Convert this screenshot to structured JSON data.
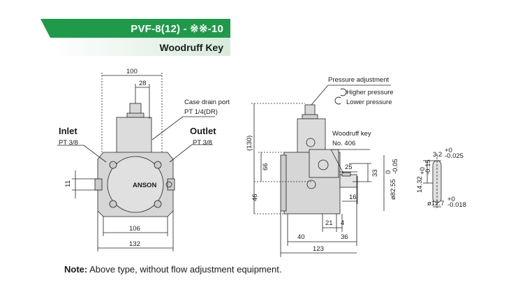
{
  "header": {
    "title": "PVF-8(12) - ※※-10",
    "subtitle": "Woodruff Key"
  },
  "front_view": {
    "dim_width_top": "100",
    "dim_28": "28",
    "case_drain_label": "Case drain port",
    "case_drain_size": "PT 1/4(DR)",
    "inlet_label": "Inlet",
    "inlet_size": "PT 3/8",
    "outlet_label": "Outlet",
    "outlet_size": "PT 3/8",
    "dim_11": "11",
    "brand": "ANSON",
    "dim_106": "106",
    "dim_132": "132"
  },
  "side_view": {
    "pressure_adjustment": "Pressure adjustment",
    "higher_pressure": "Higher pressure",
    "lower_pressure": "Lower pressure",
    "woodruff_key_label": "Woodruff key",
    "woodruff_key_no": "No. 406",
    "dim_130": "(130)",
    "dim_66": "66",
    "dim_46": "46",
    "dim_25": "25",
    "dim_33": "33",
    "dim_16": "16",
    "dim_shaft_dia": "ø82.55",
    "dim_shaft_tol_up": "0",
    "dim_shaft_tol_low": "-0.05",
    "dim_21": "21",
    "dim_4": "4",
    "dim_40": "40",
    "dim_36": "36",
    "dim_123": "123"
  },
  "key_detail": {
    "dim_3_2": "3.2",
    "dim_3_2_tol_up": "+0",
    "dim_3_2_tol_low": "-0.025",
    "dim_14_32": "14.32",
    "dim_14_32_tol_up": "+0",
    "dim_14_32_tol_low": "-0.15",
    "dim_12_7": "ø12.7",
    "dim_12_7_tol_up": "+0",
    "dim_12_7_tol_low": "-0.018"
  },
  "note": {
    "prefix": "Note:",
    "text": " Above type, without flow adjustment equipment."
  },
  "colors": {
    "banner_green": "#1f9a4a",
    "banner_light": "#e6f3ea",
    "body_gray": "#d8d8d8"
  }
}
